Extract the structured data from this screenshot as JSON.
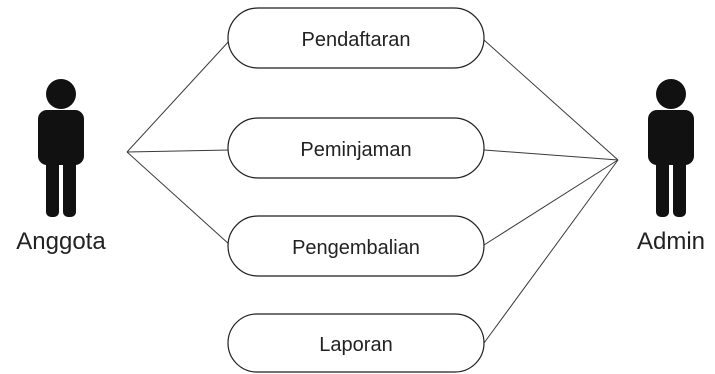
{
  "actors": {
    "left": {
      "label": "Anggota",
      "icon": "person-icon"
    },
    "right": {
      "label": "Admin",
      "icon": "person-icon"
    }
  },
  "use_cases": [
    {
      "label": "Pendaftaran"
    },
    {
      "label": "Peminjaman"
    },
    {
      "label": "Pengembalian"
    },
    {
      "label": "Laporan"
    }
  ],
  "colors": {
    "line": "#3a3a3a",
    "shape_border": "#1f1f1f",
    "figure": "#111111",
    "text": "#222222"
  }
}
